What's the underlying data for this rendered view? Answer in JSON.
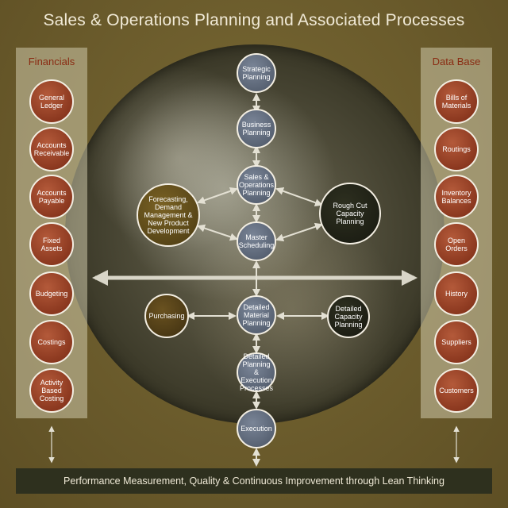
{
  "title": "Sales & Operations Planning and Associated Processes",
  "financials": {
    "title": "Financials",
    "items": [
      "General Ledger",
      "Accounts Receivable",
      "Accounts Payable",
      "Fixed Assets",
      "Budgeting",
      "Costings",
      "Activity Based Costing"
    ]
  },
  "database": {
    "title": "Data Base",
    "items": [
      "Bills of Materials",
      "Routings",
      "Inventory Balances",
      "Open Orders",
      "History",
      "Suppliers",
      "Customers"
    ]
  },
  "center": {
    "strategic": "Strategic Planning",
    "business": "Business Planning",
    "sop": "Sales & Operations Planning",
    "master": "Master Scheduling",
    "dmp": "Detailed Material Planning",
    "dpe": "Detailed Planning & Execution Processes",
    "execution": "Execution",
    "forecasting": "Forecasting, Demand Management & New Product Development",
    "rough": "Rough Cut Capacity Planning",
    "purchasing": "Purchasing",
    "dcp": "Detailed Capacity Planning"
  },
  "footer": "Performance Measurement, Quality & Continuous Improvement through Lean Thinking",
  "colors": {
    "accent_red": "#8a2b12",
    "node_blue": "#5b6677",
    "panel": "#cdc8aa",
    "footer_bg": "#2e301e"
  }
}
